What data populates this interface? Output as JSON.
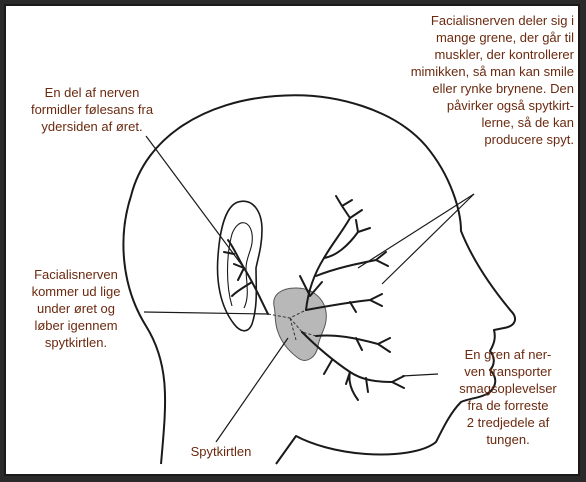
{
  "labels": {
    "facial_branches": "Facialisnerven deler sig i\nmange grene, der går til\nmuskler, der kontrollerer\nmimikken, så man kan smile\neller rynke brynene. Den\npåvirker også spytkirt-\nlerne, så de kan\nproducere spyt.",
    "ear_sensation": "En del af nerven\nformidler følesans fra\nydersiden af øret.",
    "nerve_exit": "Facialisnerven\nkommer ud lige\nunder øret og\nløber igennem\nspytkirtlen.",
    "taste_branch": "En gren af ner-\nven transporter\nsmagsoplevelser\nfra de forreste\n2 tredjedele af\ntungen.",
    "gland": "Spytkirtlen"
  },
  "colors": {
    "label_text": "#6b2a10",
    "gland_fill": "#b8b8b8",
    "outline": "#1a1a1a",
    "frame_border": "#2a2a2a"
  }
}
